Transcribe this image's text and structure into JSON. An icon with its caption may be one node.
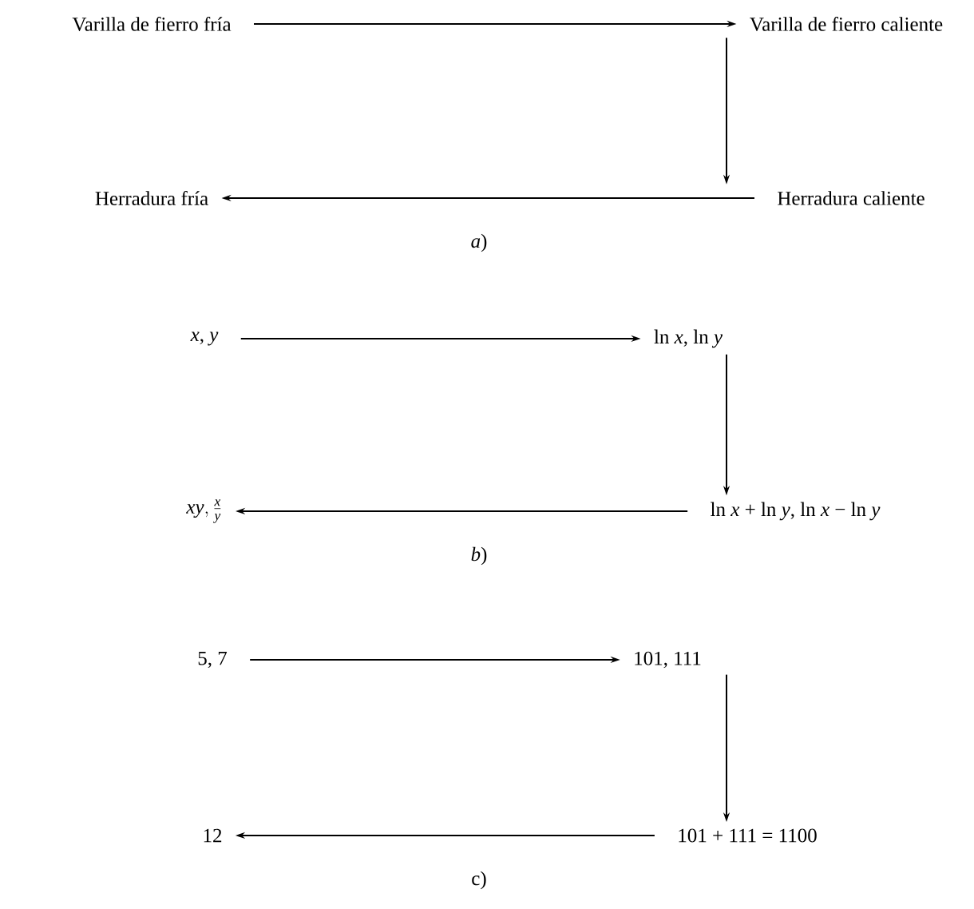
{
  "diagram": {
    "nodes": [
      {
        "text": [
          "Varilla de fierro fría"
        ]
      },
      {
        "text": [
          "Varilla de fierro caliente"
        ]
      },
      {
        "text": [
          "Herradura caliente"
        ]
      },
      {
        "text": [
          "Herradura fría"
        ]
      },
      {
        "text": [
          "*x*, *y*"
        ]
      },
      {
        "text": [
          "ln *x*, ln *y*"
        ]
      },
      {
        "text": [
          "ln *x* + ln *y*, ln *x* − ln *y*"
        ]
      },
      {
        "text": [
          "xy, \\frac{x}{y}"
        ]
      },
      {
        "text": [
          "5, 7"
        ]
      },
      {
        "text": [
          "101, 111"
        ]
      },
      {
        "text": [
          "101 + 111 = 1100"
        ]
      },
      {
        "text": [
          "12"
        ]
      }
    ],
    "edges": [
      {
        "from": 0,
        "to": 1,
        "arrow": "to"
      },
      {
        "from": 1,
        "to": 2,
        "arrow": "to"
      },
      {
        "from": 2,
        "to": 3,
        "arrow": "to"
      },
      {
        "from": 4,
        "to": 5,
        "arrow": "to"
      },
      {
        "from": 5,
        "to": 6,
        "arrow": "to"
      },
      {
        "from": 6,
        "to": 7,
        "arrow": "to"
      },
      {
        "from": 8,
        "to": 9,
        "arrow": "to"
      },
      {
        "from": 9,
        "to": 10,
        "arrow": "to"
      },
      {
        "from": 10,
        "to": 11,
        "arrow": "to"
      }
    ],
    "labels": [
      "*a*)",
      "*b*)",
      "c)"
    ]
  }
}
